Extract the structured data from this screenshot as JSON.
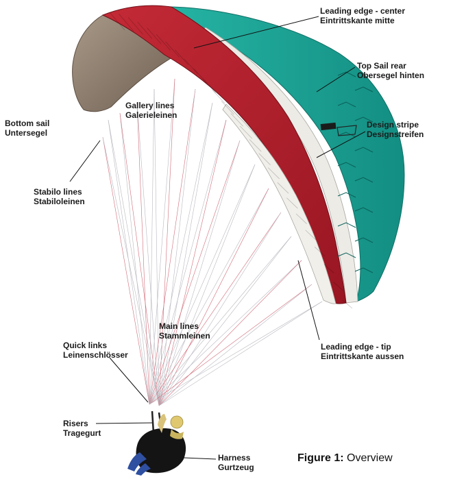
{
  "labels": {
    "leading_edge_center": {
      "line1": "Leading edge - center",
      "line2": "Eintrittskante mitte"
    },
    "top_sail_rear": {
      "line1": "Top Sail rear",
      "line2": "Obersegel hinten"
    },
    "bottom_sail": {
      "line1": "Bottom sail",
      "line2": "Untersegel"
    },
    "gallery_lines": {
      "line1": "Gallery lines",
      "line2": "Galerieleinen"
    },
    "design_stripe": {
      "line1": "Design stripe",
      "line2": "Designstreifen"
    },
    "stabilo_lines": {
      "line1": "Stabilo lines",
      "line2": "Stabiloleinen"
    },
    "main_lines": {
      "line1": "Main lines",
      "line2": "Stammleinen"
    },
    "leading_edge_tip": {
      "line1": "Leading edge - tip",
      "line2": "Eintrittskante aussen"
    },
    "quick_links": {
      "line1": "Quick links",
      "line2": "Leinenschlösser"
    },
    "risers": {
      "line1": "Risers",
      "line2": "Tragegurt"
    },
    "harness": {
      "line1": "Harness",
      "line2": "Gurtzeug"
    }
  },
  "caption": {
    "prefix": "Figure 1:",
    "text": " Overview"
  },
  "colors": {
    "red": "#b3202c",
    "teal": "#1ea99a",
    "white_stripe": "#ecebe6",
    "bottom_sail": "#8d7c6c",
    "line_red": "#d06a78",
    "line_grey": "#b8b8c0"
  }
}
